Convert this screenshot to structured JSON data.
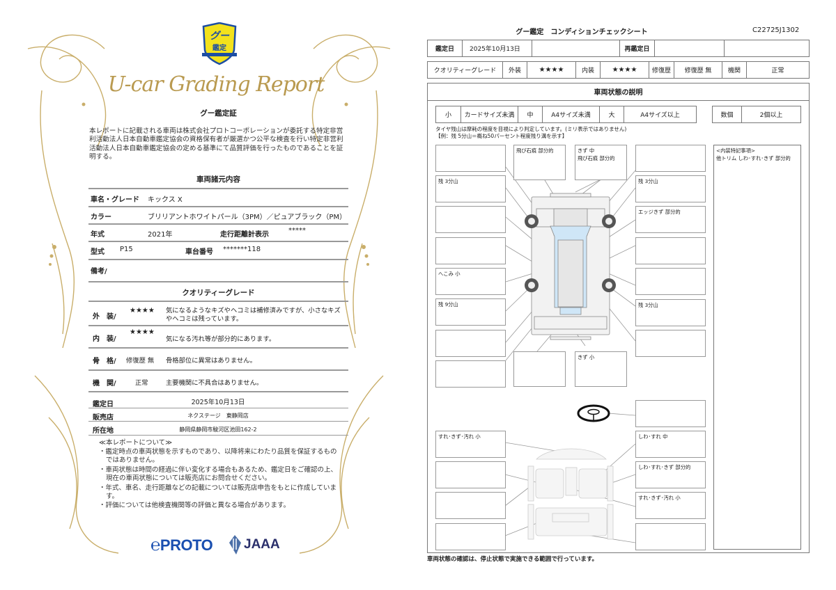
{
  "left": {
    "emblem_text": [
      "グー",
      "鑑定"
    ],
    "title": "U-car Grading Report",
    "cert_heading": "グー鑑定証",
    "cert_body": "本レポートに記載される車両は株式会社プロトコーポレーションが委託する特定非営利活動法人日本自動車鑑定協会の資格保有者が厳選かつ公平な検査を行い特定非営利活動法人日本自動車鑑定協会の定める基準にて品質評価を行ったものであることを証明する。",
    "spec_heading": "車両諸元内容",
    "specs": {
      "name_label": "車名・グレード",
      "name": "キックス X",
      "color_label": "カラー",
      "color": "ブリリアントホワイトパール（3PM）／ピュアブラック（PM）",
      "year_label": "年式",
      "year": "2021年",
      "odometer_label": "走行距離計表示",
      "odometer": "*****",
      "model_label": "型式",
      "model": "P15",
      "chassis_label": "車台番号",
      "chassis": "*******118",
      "remarks_label": "備考/"
    },
    "quality_heading": "クオリティーグレード",
    "grades": [
      {
        "label": "外　装/",
        "value": "★★★★",
        "desc": "気になるようなキズやヘコミは補修済みですが、小さなキズやヘコミは残っています。"
      },
      {
        "label": "内　装/",
        "value": "★★★★",
        "desc": "気になる汚れ等が部分的にあります。"
      },
      {
        "label": "骨　格/",
        "value": "修復歴 無",
        "desc": "骨格部位に異常はありません。"
      },
      {
        "label": "機　関/",
        "value": "正常",
        "desc": "主要機関に不具合はありません。"
      }
    ],
    "date_label": "鑑定日",
    "date": "2025年10月13日",
    "shop_label": "販売店",
    "shop": "ネクステージ　東静岡店",
    "address_label": "所在地",
    "address": "静岡県静岡市駿河区池田162-2",
    "notes_heading": "≪本レポートについて≫",
    "notes": [
      "・鑑定時点の車両状態を示すものであり、以降将来にわたり品質を保証するものではありません。",
      "・車両状態は時間の経過に伴い変化する場合もあるため、鑑定日をご確認の上、現在の車両状態については販売店にお問合せください。",
      "・年式、車名、走行距離などの記載については販売店申告をもとに作成しています。",
      "・評価については他検査機関等の評価と異なる場合があります。"
    ],
    "logos": [
      "PROTO",
      "JAAA"
    ],
    "colors": {
      "gold": "#b99a50",
      "emblem_yellow": "#f3e21c",
      "emblem_blue": "#1d4ea3"
    }
  },
  "right": {
    "title": "グー鑑定　コンディションチェックシート",
    "code": "C22725J1302",
    "row1": {
      "date_label": "鑑定日",
      "date": "2025年10月13日",
      "blank1": "",
      "redate_label": "再鑑定日",
      "redate": "",
      "blank2": ""
    },
    "row2": {
      "grade_label": "クオリティーグレード",
      "ext_label": "外装",
      "ext": "★★★★",
      "int_label": "内装",
      "int": "★★★★",
      "repair_label": "修復歴",
      "repair": "修復歴 無",
      "engine_label": "機関",
      "engine": "正常"
    },
    "section_title": "車両状態の説明",
    "sizes": [
      {
        "k": "小",
        "v": "カードサイズ未満"
      },
      {
        "k": "中",
        "v": "A4サイズ未満"
      },
      {
        "k": "大",
        "v": "A4サイズ以上"
      }
    ],
    "count": {
      "k": "数個",
      "v": "2個以上"
    },
    "tire_note": "タイヤ残山は摩耗の程度を目視により判定しています。(ミリ表示ではありません)",
    "tire_example": "【例：残 5分山＝概ね50パーセント程度残り溝を示す】",
    "exterior": {
      "left": [
        "",
        "残 3分山",
        "",
        "",
        "へこみ 小",
        "残 9分山",
        "",
        ""
      ],
      "top": [
        "飛び石痕 部分的",
        "きず 中\n飛び石痕 部分的"
      ],
      "right": [
        "",
        "残 3分山",
        "エッジきず 部分的",
        "",
        "",
        "残 3分山",
        ""
      ],
      "bottom": [
        "",
        "きず 小"
      ]
    },
    "interior_notes": "<内装特記事項>\n他トリム しわ･すれ･きず 部分的",
    "interior": {
      "left": [
        "すれ･きず･汚れ 小",
        "",
        "",
        ""
      ],
      "right": [
        "",
        "しわ･すれ 中",
        "しわ･すれ･きず 部分的",
        "すれ･きず･汚れ 小",
        ""
      ]
    },
    "footer": "車両状態の確認は、停止状態で実施できる範囲で行っています。",
    "colors": {
      "glass": "#cfe6f7",
      "border": "#777777"
    }
  }
}
